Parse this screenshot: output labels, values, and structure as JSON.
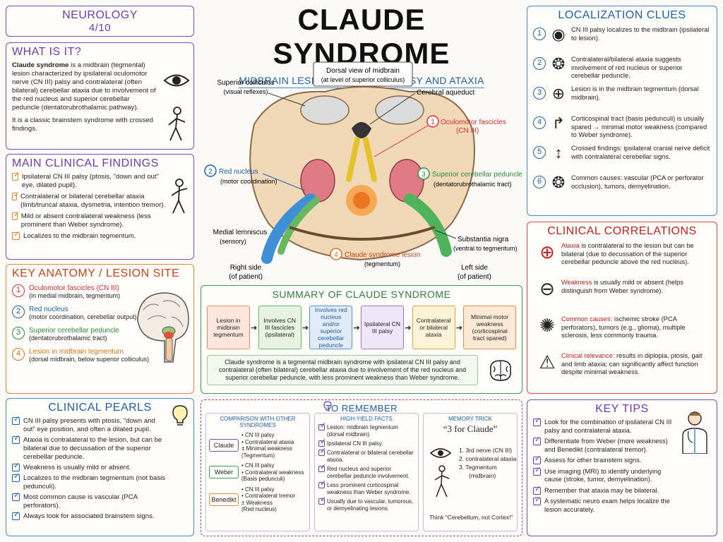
{
  "title": "CLAUDE SYNDROME",
  "subtitle": "MIDBRAIN LESION WITH CN III PALSY AND ATAXIA",
  "badge": {
    "title": "NEUROLOGY",
    "number": "4/10"
  },
  "what_is_it": {
    "heading": "WHAT IS IT?",
    "term": "Claude syndrome",
    "body": " is a midbrain (tegmental) lesion characterized by ipsilateral oculomotor nerve (CN III) palsy and contralateral (often bilateral) cerebellar ataxia due to involvement of the red nucleus and superior cerebellar peduncle (dentatorubrothalamic pathway).",
    "body2": "It is a classic brainstem syndrome with crossed findings."
  },
  "findings": {
    "heading": "MAIN CLINICAL FINDINGS",
    "items": [
      "Ipsilateral CN III palsy (ptosis, \"down and out\" eye, dilated pupil).",
      "Contralateral or bilateral cerebellar ataxia (limb/truncal ataxia, dysmetria, intention tremor).",
      "Mild or absent contralateral weakness (less prominent than Weber syndrome).",
      "Localizes to the midbrain tegmentum."
    ]
  },
  "anatomy": {
    "heading": "KEY ANATOMY / LESION SITE",
    "items": [
      {
        "n": "1",
        "title": "Oculomotor fascicles (CN III)",
        "sub": "(in medial midbrain, tegmentum)",
        "color": "#d62f2f"
      },
      {
        "n": "2",
        "title": "Red nucleus",
        "sub": "(motor coordination, cerebellar output)",
        "color": "#1f5fa8"
      },
      {
        "n": "3",
        "title": "Superior cerebellar peduncle",
        "sub": "(dentatorubrothalamic tract)",
        "color": "#2f8a3c"
      },
      {
        "n": "4",
        "title": "Lesion in midbrain tegmentum",
        "sub": "(dorsal midbrain, below superior colliculus)",
        "color": "#e0711e"
      }
    ]
  },
  "diagram": {
    "header": "Dorsal view of midbrain",
    "header_sub": "(at level of superior colliculus)",
    "labels": {
      "sup_colliculus": "Superior colliculus",
      "sup_colliculus_sub": "(visual reflexes)",
      "aqueduct": "Cerebral aqueduct",
      "oculomotor": "Oculomotor fascicles",
      "oculomotor_sub": "(CN III)",
      "red_nucleus": "Red nucleus",
      "red_nucleus_sub": "(motor coordination)",
      "scp": "Superior cerebellar peduncle",
      "scp_sub": "(dentatorubrothalamic tract)",
      "medial_lemniscus": "Medial lemniscus",
      "medial_lemniscus_sub": "(sensory)",
      "substantia": "Substantia nigra",
      "substantia_sub": "(ventral to tegmentum)",
      "lesion": "Claude syndrome lesion",
      "lesion_sub": "(tegmentum)",
      "right_side": "Right side",
      "right_side_sub": "(of patient)",
      "left_side": "Left side",
      "left_side_sub": "(of patient)"
    }
  },
  "summary": {
    "heading": "SUMMARY OF CLAUDE SYNDROME",
    "flow": [
      "Lesion in midbrain tegmentum",
      "Involves CN III fascicles (ipsilateral)",
      "Involves red nucleus and/or superior cerebellar peduncle",
      "Ipsilateral CN III palsy",
      "Contralateral or bilateral ataxia",
      "Minimal motor weakness (corticospinal tract spared)"
    ],
    "note": "Claude syndrome is a tegmental midbrain syndrome with ipsilateral CN III palsy and contralateral (often bilateral) cerebellar ataxia due to involvement of the red nucleus and superior cerebellar peduncle, with less prominent weakness than Weber syndrome."
  },
  "localization": {
    "heading": "LOCALIZATION CLUES",
    "items": [
      "CN III palsy localizes to the midbrain (ipsilateral to lesion).",
      "Contralateral/bilateral ataxia suggests involvement of red nucleus or superior cerebellar peduncle.",
      "Lesion is in the midbrain tegmentum (dorsal midbrain).",
      "Corticospinal tract (basis pedunculi) is usually spared → minimal motor weakness (compared to Weber syndrome).",
      "Crossed findings: ipsilateral cranial nerve deficit with contralateral cerebellar signs.",
      "Common causes: vascular (PCA or perforator occlusion), tumors, demyelination."
    ]
  },
  "correlations": {
    "heading": "CLINICAL CORRELATIONS",
    "items": [
      {
        "key": "Ataxia",
        "text": " is contralateral to the lesion but can be bilateral (due to decussation of the superior cerebellar peduncle above the red nucleus)."
      },
      {
        "key": "Weakness",
        "text": " is usually mild or absent (helps distinguish from Weber syndrome)."
      },
      {
        "key": "Common causes:",
        "text": " ischemic stroke (PCA perforators), tumors (e.g., glioma), multiple sclerosis, less commonly trauma."
      },
      {
        "key": "Clinical relevance:",
        "text": " results in diplopia, ptosis, gait and limb ataxia; can significantly affect function despite minimal weakness."
      }
    ]
  },
  "pearls": {
    "heading": "CLINICAL PEARLS",
    "items": [
      "CN III palsy presents with ptosis, \"down and out\" eye position, and often a dilated pupil.",
      "Ataxia is contralateral to the lesion, but can be bilateral due to decussation of the superior cerebellar peduncle.",
      "Weakness is usually mild or absent.",
      "Localizes to the midbrain tegmentum (not basis pedunculi).",
      "Most common cause is vascular (PCA perforators).",
      "Always look for associated brainstem signs."
    ]
  },
  "remember": {
    "heading": "TO REMEMBER",
    "comparison": {
      "heading": "COMPARISON WITH OTHER SYNDROMES",
      "rows": [
        {
          "name": "Claude",
          "lines": [
            "• CN III palsy",
            "• Contralateral ataxia",
            "± Minimal weakness",
            "(Tegmentum)"
          ],
          "color": "#7b4fb6"
        },
        {
          "name": "Weber",
          "lines": [
            "• CN III palsy",
            "• Contralateral weakness",
            "(Basis pedunculi)"
          ],
          "color": "#3e9a52"
        },
        {
          "name": "Benedikt",
          "lines": [
            "• CN III palsy",
            "• Contralateral tremor",
            "± Weakness",
            "(Red nucleus)"
          ],
          "color": "#e08a3a"
        }
      ]
    },
    "facts": {
      "heading": "HIGH-YIELD FACTS",
      "items": [
        "Lesion: midbrain tegmentum (dorsal midbrain).",
        "Ipsilateral CN III palsy.",
        "Contralateral or bilateral cerebellar ataxia.",
        "Red nucleus and superior cerebellar peduncle involvement.",
        "Less prominent corticospinal weakness than Weber syndrome.",
        "Usually due to vascular, tumorous, or demyelinating lesions."
      ]
    },
    "trick": {
      "heading": "MEMORY TRICK",
      "quote": "“3 for Claude”",
      "items": [
        "1. 3rd nerve (CN III)",
        "2. contralateral ataxia",
        "3. Tegmentum",
        "(midbrain)"
      ],
      "think": "Think “Cerebellum, not Cortex!”"
    }
  },
  "tips": {
    "heading": "KEY TIPS",
    "items": [
      "Look for the combination of ipsilateral CN III palsy and contralateral ataxia.",
      "Differentiate from Weber (more weakness) and Benedikt (contralateral tremor).",
      "Assess for other brainstem signs.",
      "Use imaging (MRI) to identify underlying cause (stroke, tumor, demyelination).",
      "Remember that ataxia may be bilateral.",
      "A systematic neuro exam helps localize the lesion accurately."
    ]
  }
}
